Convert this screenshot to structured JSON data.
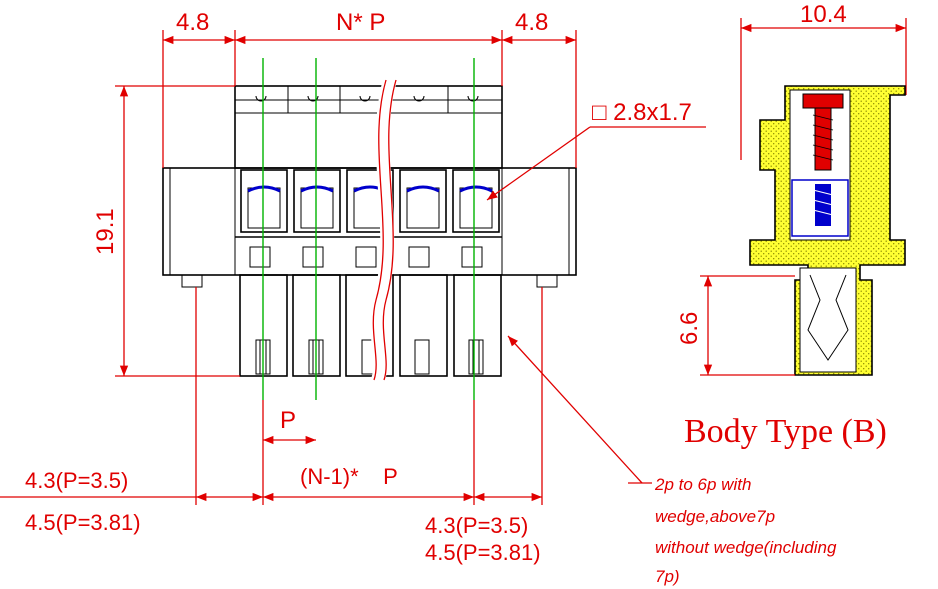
{
  "front_view": {
    "dims": {
      "left_margin": "4.8",
      "width_formula": "N* P",
      "right_margin": "4.8",
      "height": "19.1",
      "pin_section": "□ 2.8x1.7",
      "pitch": "P",
      "span": "(N-1)*    P"
    },
    "offsets": {
      "left_p35": "4.3(P=3.5)",
      "left_p381": "4.5(P=3.81)",
      "right_p35": "4.3(P=3.5)",
      "right_p381": "4.5(P=3.81)"
    },
    "note_lines": [
      "2p to 6p with",
      "wedge,above7p",
      "without wedge(including",
      "7p)"
    ]
  },
  "side_view": {
    "width": "10.4",
    "pin_length": "6.6",
    "title": "Body Type (B)"
  },
  "colors": {
    "dimension": "#e00000",
    "outline": "#000000",
    "pin_centerline": "#00b400",
    "screw": "#e00000",
    "clamp": "#0000cc",
    "body_fill": "#ffff33"
  }
}
